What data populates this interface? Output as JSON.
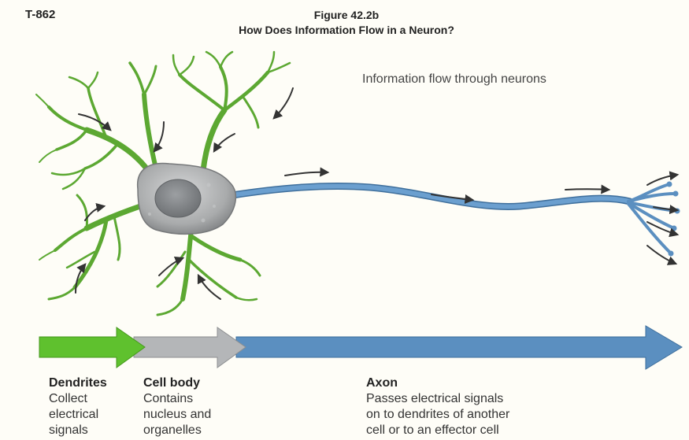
{
  "header": {
    "code": "T-862",
    "figure_number": "Figure 42.2b",
    "figure_title": "How Does Information Flow in a Neuron?"
  },
  "diagram": {
    "subtitle": "Information flow through neurons",
    "colors": {
      "dendrites": "#5ca832",
      "cell_body": "#a9abac",
      "axon": "#5b8fc0",
      "flow_arrow": "#333333"
    },
    "labels": [
      {
        "head": "Dendrites",
        "lines": [
          "Collect",
          "electrical",
          "signals"
        ]
      },
      {
        "head": "Cell body",
        "lines": [
          "Contains",
          "nucleus and",
          "organelles"
        ]
      },
      {
        "head": "Axon",
        "lines": [
          "Passes electrical signals",
          "on to dendrites of another",
          "cell or to an effector cell"
        ]
      }
    ]
  }
}
